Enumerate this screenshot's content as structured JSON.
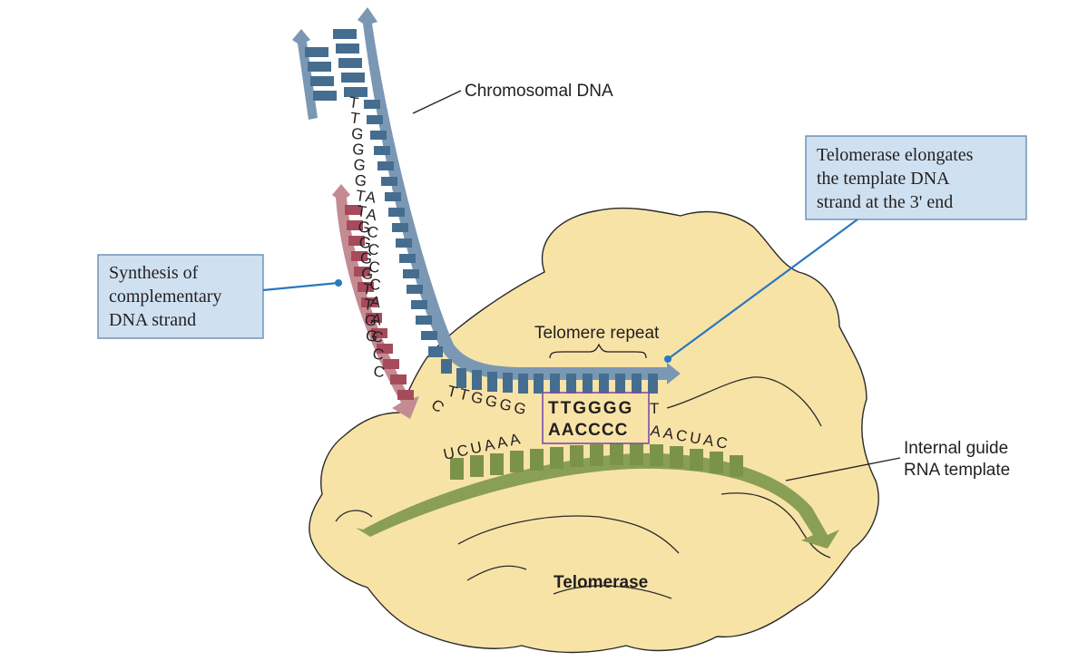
{
  "labels": {
    "chromosomal_dna": "Chromosomal DNA",
    "telomerase_note_line1": "Telomerase elongates",
    "telomerase_note_line2": "the template DNA",
    "telomerase_note_line3": "strand at the 3' end",
    "synthesis_line1": "Synthesis of",
    "synthesis_line2": "complementary",
    "synthesis_line3": "DNA strand",
    "telomere_repeat": "Telomere repeat",
    "guide_line1": "Internal guide",
    "guide_line2": "RNA template",
    "telomerase": "Telomerase"
  },
  "sequences": {
    "template_strand_vertical": "TTGGGGTTGGGGTTGG",
    "complementary_strand_vertical": "AACCCCAACCC",
    "turn_letters": "C",
    "overhang_prefix": "TTGGGG",
    "repeat_top": "TTGGGG",
    "overhang_suffix": "T",
    "rna_left": "UCUAAA",
    "repeat_bottom": "AACCCC",
    "rna_right": "AACUAC"
  },
  "colors": {
    "dna_blue": "#7a98b4",
    "dna_blue_dark": "#456d8f",
    "new_strand_pink": "#c48b92",
    "new_strand_dark": "#a64b5c",
    "rna_green": "#8a9f56",
    "rna_green_dark": "#7b9348",
    "telomerase_fill": "#f8e3a7",
    "callout_fill": "#cfe0f1",
    "callout_border": "#5f86b0",
    "pointer_blue": "#2b78be",
    "repeat_box": "#7b4fa6"
  }
}
